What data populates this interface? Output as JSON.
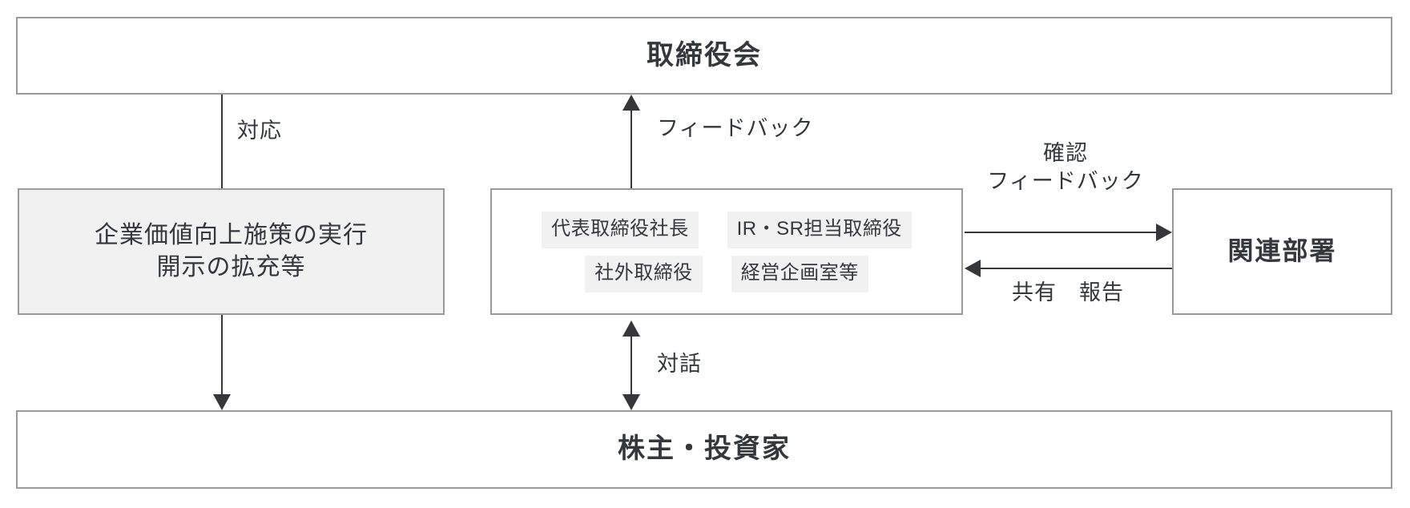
{
  "diagram": {
    "title": "IR/SR governance flow",
    "colors": {
      "box_border": "#9a9a9a",
      "box_fill": "#f1f1f1",
      "line": "#34383c",
      "text": "#34383c",
      "background": "#ffffff"
    }
  },
  "boxes": {
    "board": {
      "label": "取締役会"
    },
    "measures": {
      "line1": "企業価値向上施策の実行",
      "line2": "開示の拡充等"
    },
    "ir_team": {
      "tags": [
        "代表取締役社長",
        "IR・SR担当取締役",
        "社外取締役",
        "経営企画室等"
      ]
    },
    "related_depts": {
      "label": "関連部署"
    },
    "shareholders": {
      "label": "株主・投資家"
    }
  },
  "connectors": {
    "board_to_measures": {
      "label": "対応",
      "direction": "down"
    },
    "ir_to_board": {
      "label": "フィードバック",
      "direction": "up"
    },
    "ir_to_related": {
      "label_line1": "確認",
      "label_line2": "フィードバック",
      "direction": "right"
    },
    "related_to_ir": {
      "label": "共有　報告",
      "direction": "left"
    },
    "ir_to_shareholders": {
      "label": "対話",
      "direction": "both"
    }
  }
}
